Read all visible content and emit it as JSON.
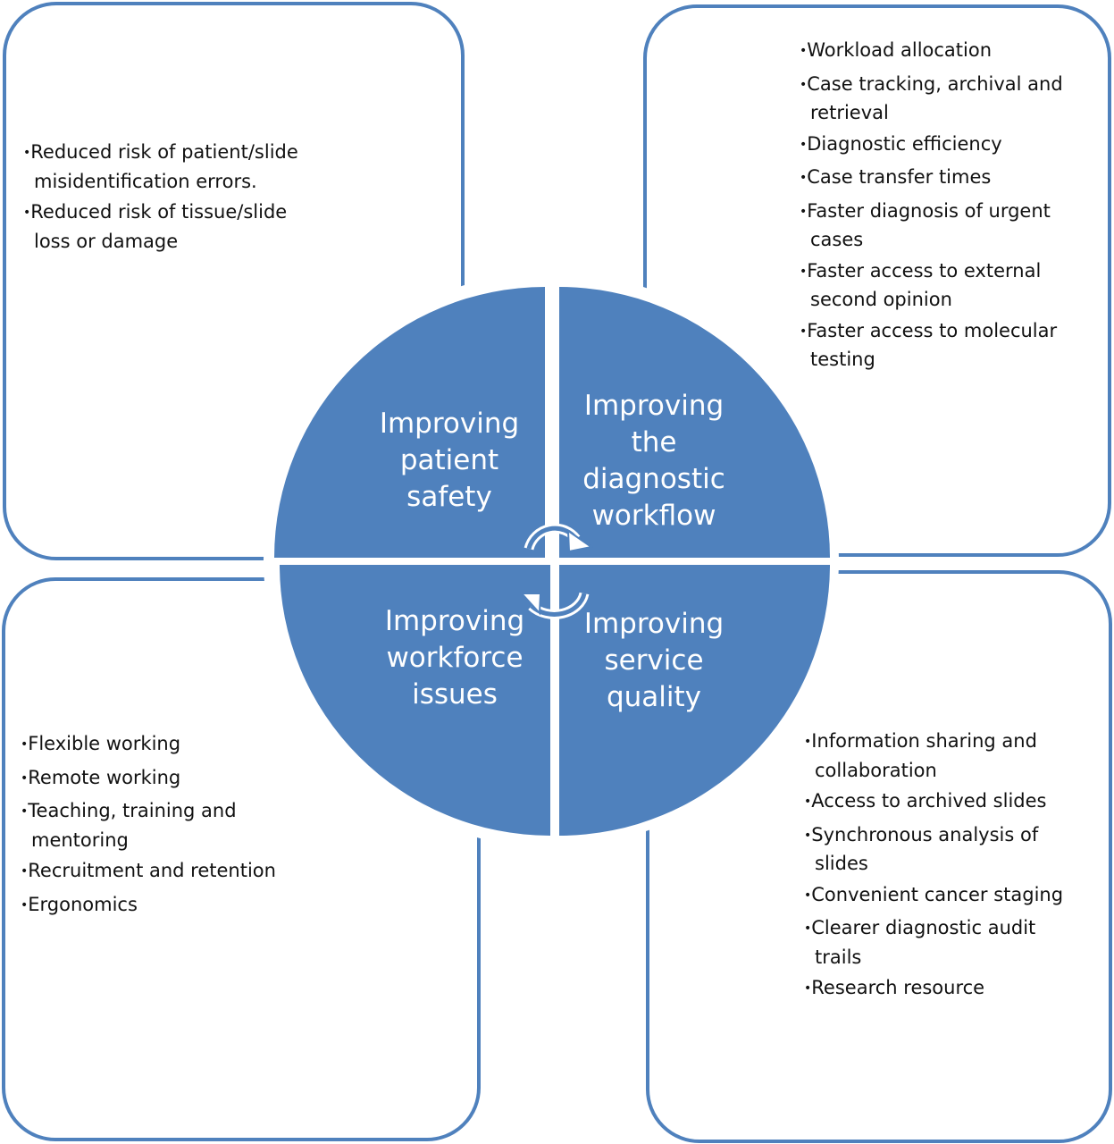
{
  "colors": {
    "accent": "#4f81bd",
    "text": "#111111",
    "label_text": "#ffffff"
  },
  "quadrants": {
    "patient_safety": {
      "title_lines": [
        "Improving",
        "patient",
        "safety"
      ],
      "items": [
        "Reduced risk of patient/slide misidentification errors.",
        "Reduced risk of tissue/slide loss or damage"
      ]
    },
    "diagnostic_workflow": {
      "title_lines": [
        "Improving",
        "the",
        "diagnostic",
        "workflow"
      ],
      "items": [
        "Workload allocation",
        "Case tracking, archival and retrieval",
        "Diagnostic efficiency",
        "Case transfer times",
        "Faster diagnosis of urgent cases",
        "Faster access to external second opinion",
        "Faster access to molecular testing"
      ]
    },
    "workforce_issues": {
      "title_lines": [
        "Improving",
        "workforce",
        "issues"
      ],
      "items": [
        "Flexible working",
        "Remote working",
        "Teaching, training and mentoring",
        "Recruitment and retention",
        "Ergonomics"
      ]
    },
    "service_quality": {
      "title_lines": [
        "Improving",
        "service",
        "quality"
      ],
      "items": [
        "Information sharing and collaboration",
        "Access to archived slides",
        "Synchronous analysis of slides",
        "Convenient cancer staging",
        "Clearer diagnostic audit trails",
        "Research resource"
      ]
    }
  }
}
